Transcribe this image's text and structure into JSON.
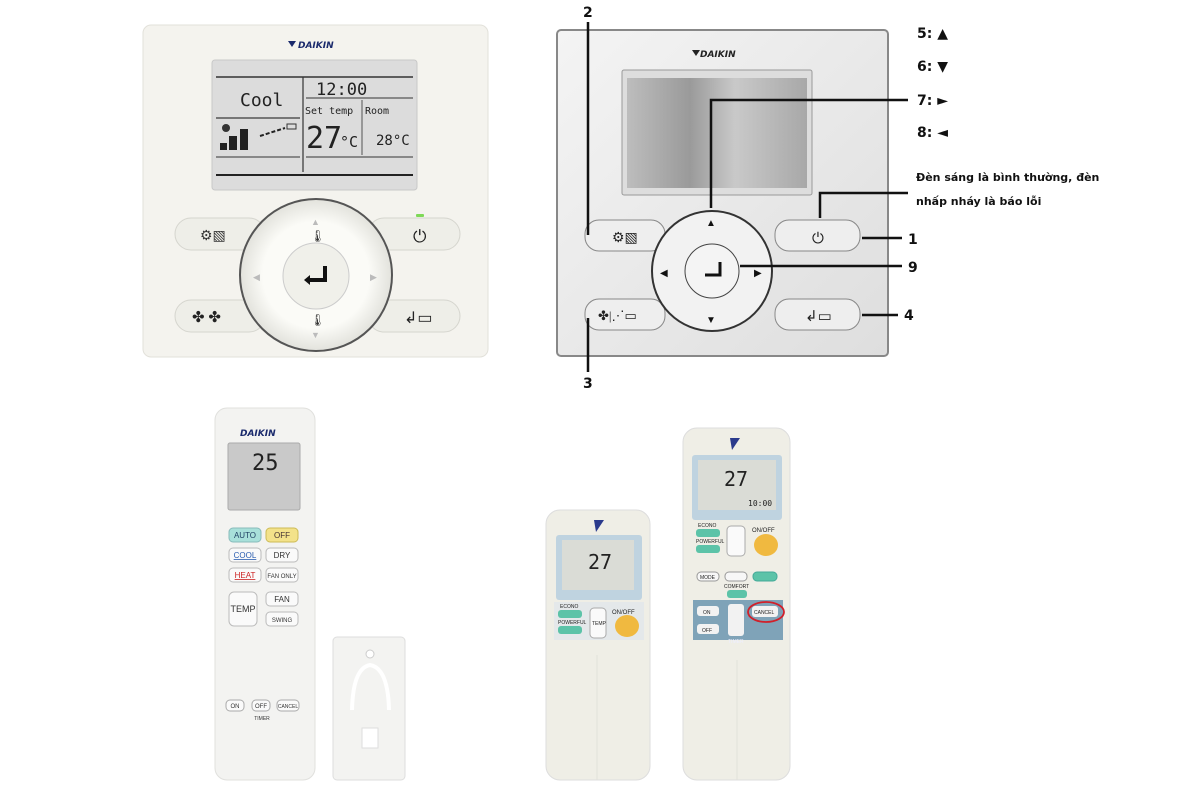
{
  "brand": "DAIKIN",
  "wired_controller": {
    "mode": "Cool",
    "clock": "12:00",
    "set_temp_label": "Set temp",
    "room_label": "Room",
    "set_temp": "27",
    "set_unit": "°C",
    "room_temp": "28°C",
    "power_led_color": "#7ed957"
  },
  "diagram": {
    "callouts": {
      "c1": "1",
      "c2": "2",
      "c3": "3",
      "c4": "4",
      "c9": "9",
      "c5": "5: ▲",
      "c6": "6: ▼",
      "c7": "7: ►",
      "c8": "8: ◄"
    },
    "note_line1": "Đèn sáng là bình thường, đèn",
    "note_line2": "nhấp nháy là báo lỗi"
  },
  "remote_arc": {
    "display_temp": "25",
    "buttons": {
      "auto": "AUTO",
      "off": "OFF",
      "cool": "COOL",
      "dry": "DRY",
      "heat": "HEAT",
      "fan_only": "FAN ONLY",
      "temp": "TEMP",
      "fan": "FAN",
      "swing": "SWING",
      "timer_on": "ON",
      "timer_off": "OFF",
      "timer_cancel": "CANCEL",
      "timer": "TIMER"
    },
    "colors": {
      "auto": "#a8e0da",
      "off": "#f3e28a",
      "heat_underline": "#d33",
      "cool_underline": "#2a5db0"
    }
  },
  "remote_small": {
    "display_temp": "27",
    "buttons": {
      "econo": "ECONO",
      "powerful": "POWERFUL",
      "temp": "TEMP",
      "onoff": "ON/OFF"
    }
  },
  "remote_large": {
    "display_temp": "27",
    "display_time": "10:00",
    "buttons": {
      "econo": "ECONO",
      "powerful": "POWERFUL",
      "onoff": "ON/OFF",
      "mode": "MODE",
      "comfort": "COMFORT",
      "timer_on": "ON",
      "timer_off": "OFF",
      "cancel": "CANCEL",
      "timer": "TIMER"
    },
    "highlight_color": "#d0202a",
    "accent_teal": "#5cc3a8",
    "onoff_color": "#f0b940"
  }
}
